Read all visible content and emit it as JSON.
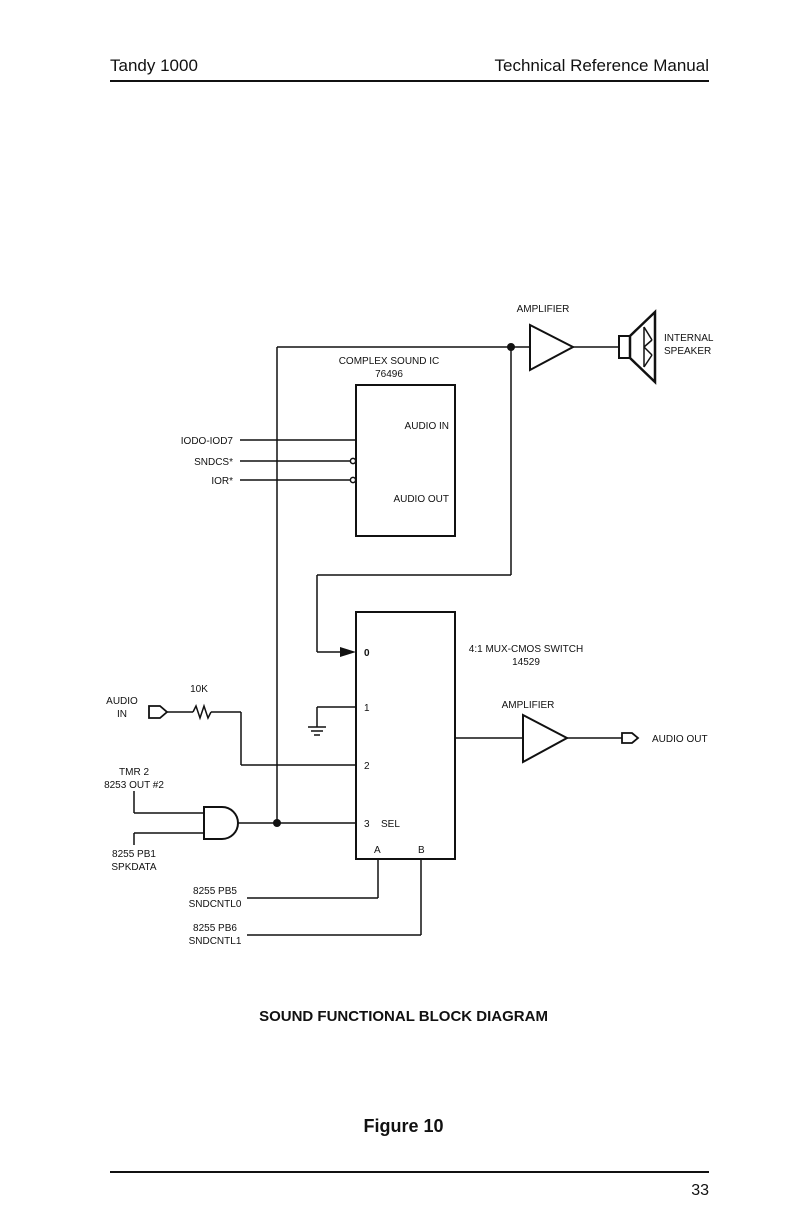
{
  "header": {
    "left": "Tandy 1000",
    "right": "Technical Reference Manual"
  },
  "diagram": {
    "sound_ic": {
      "title": "COMPLEX SOUND IC",
      "part": "76496",
      "pin_audio_in": "AUDIO IN",
      "pin_audio_out": "AUDIO OUT"
    },
    "mux": {
      "title": "4:1 MUX-CMOS SWITCH",
      "part": "14529",
      "in0": "0",
      "in1": "1",
      "in2": "2",
      "in3": "3",
      "sel": "SEL",
      "a": "A",
      "b": "B"
    },
    "amp_top": "AMPLIFIER",
    "amp_bottom": "AMPLIFIER",
    "speaker_line1": "INTERNAL",
    "speaker_line2": "SPEAKER",
    "sig_iodo": "IODO-IOD7",
    "sig_sndcs": "SNDCS*",
    "sig_ior": "IOR*",
    "audio_in_line1": "AUDIO",
    "audio_in_line2": "IN",
    "resistor": "10K",
    "tmr_line1": "TMR 2",
    "tmr_line2": "8253 OUT #2",
    "pb1_line1": "8255 PB1",
    "pb1_line2": "SPKDATA",
    "pb5_line1": "8255 PB5",
    "pb5_line2": "SNDCNTL0",
    "pb6_line1": "8255 PB6",
    "pb6_line2": "SNDCNTL1",
    "audio_out": "AUDIO OUT"
  },
  "caption": "SOUND FUNCTIONAL BLOCK DIAGRAM",
  "figure_label": "Figure 10",
  "page_number": "33"
}
